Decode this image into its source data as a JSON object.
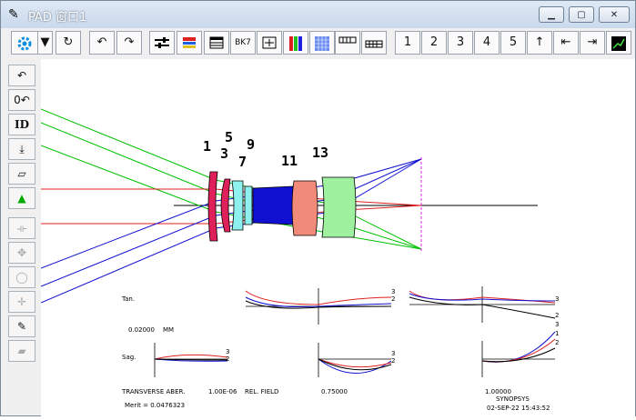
{
  "window": {
    "title": "PAD 窗口1",
    "buttons": [
      "minimize",
      "restore",
      "close"
    ]
  },
  "toolbar": {
    "bk7_label": "BK7",
    "numbers": [
      "1",
      "2",
      "3",
      "4",
      "5"
    ]
  },
  "sidebar": {
    "id_label": "ID"
  },
  "lens": {
    "labels": [
      "1",
      "3",
      "5",
      "7",
      "9",
      "11",
      "13"
    ]
  },
  "aberration": {
    "tan_label": "Tan.",
    "sag_label": "Sag.",
    "scale_value": "0.02000",
    "scale_unit": "MM",
    "curve_labels": [
      "3",
      "2",
      "1"
    ],
    "title": "TRANSVERSE ABER.",
    "wavelength": "1.00E-06",
    "field_label": "REL. FIELD",
    "field_values": [
      "0.75000",
      "1.00000"
    ],
    "merit": "Merit = 0.0476323",
    "brand": "SYNOPSYS",
    "datetime": "02-SEP-22  15:43:52"
  },
  "colors": {
    "red": "#e02020",
    "green": "#00c000",
    "blue": "#1010d0",
    "magenta": "#e0205a",
    "lightgreen": "#9ff09f",
    "salmon": "#f28a7a",
    "cyan": "#8ff0f0"
  }
}
